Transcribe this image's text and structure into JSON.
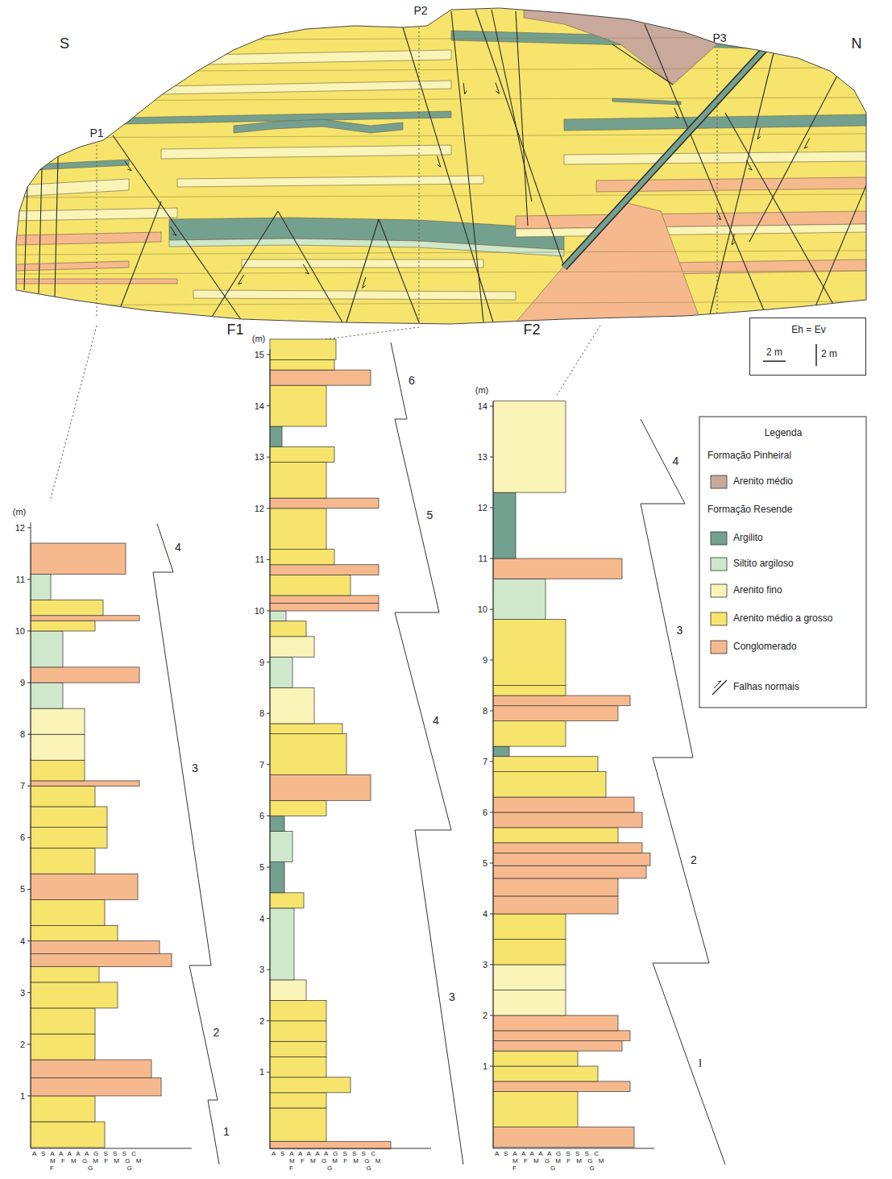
{
  "diagram": {
    "nodes": [
      {
        "text": [
          "Eh = Ev",
          "2 m",
          "2 m"
        ]
      }
    ],
    "labels": [
      "S",
      "N",
      "P1",
      "P2",
      "P3",
      "F1",
      "F2",
      "Legenda",
      "Formação Pinheiral",
      "Formação Resende",
      "(m)",
      "1",
      "2",
      "3",
      "4",
      "5",
      "6",
      "7",
      "8",
      "9",
      "10",
      "11",
      "12",
      "1",
      "2",
      "3",
      "4",
      "A S A A A A A G S S S C",
      "M F M G M F M G M",
      "F G G",
      "(m)",
      "1",
      "2",
      "3",
      "4",
      "5",
      "6",
      "7",
      "8",
      "9",
      "10",
      "11",
      "12",
      "13",
      "14",
      "15",
      "3",
      "4",
      "5",
      "6",
      "A S A A A A A G S S S C",
      "M F M G M F M G M",
      "F G G",
      "(m)",
      "1",
      "2",
      "3",
      "4",
      "5",
      "6",
      "7",
      "8",
      "9",
      "10",
      "11",
      "12",
      "13",
      "14",
      "I",
      "2",
      "3",
      "4",
      "A S A A A A A G S S S C",
      "M F M G M F M G M",
      "F G G"
    ],
    "legend": [
      {
        "text": "Arenito médio",
        "color": "#c9a99c"
      },
      {
        "text": "Argilito",
        "color": "#74a08f"
      },
      {
        "text": "Siltito argiloso",
        "color": "#cfe8cc"
      },
      {
        "text": "Arenito fino",
        "color": "#fbf4b8"
      },
      {
        "text": "Arenito médio a grosso",
        "color": "#f6e46c"
      },
      {
        "text": "Conglomerado",
        "color": "#f6b98e"
      },
      {
        "text": "Falhas normais"
      }
    ]
  }
}
